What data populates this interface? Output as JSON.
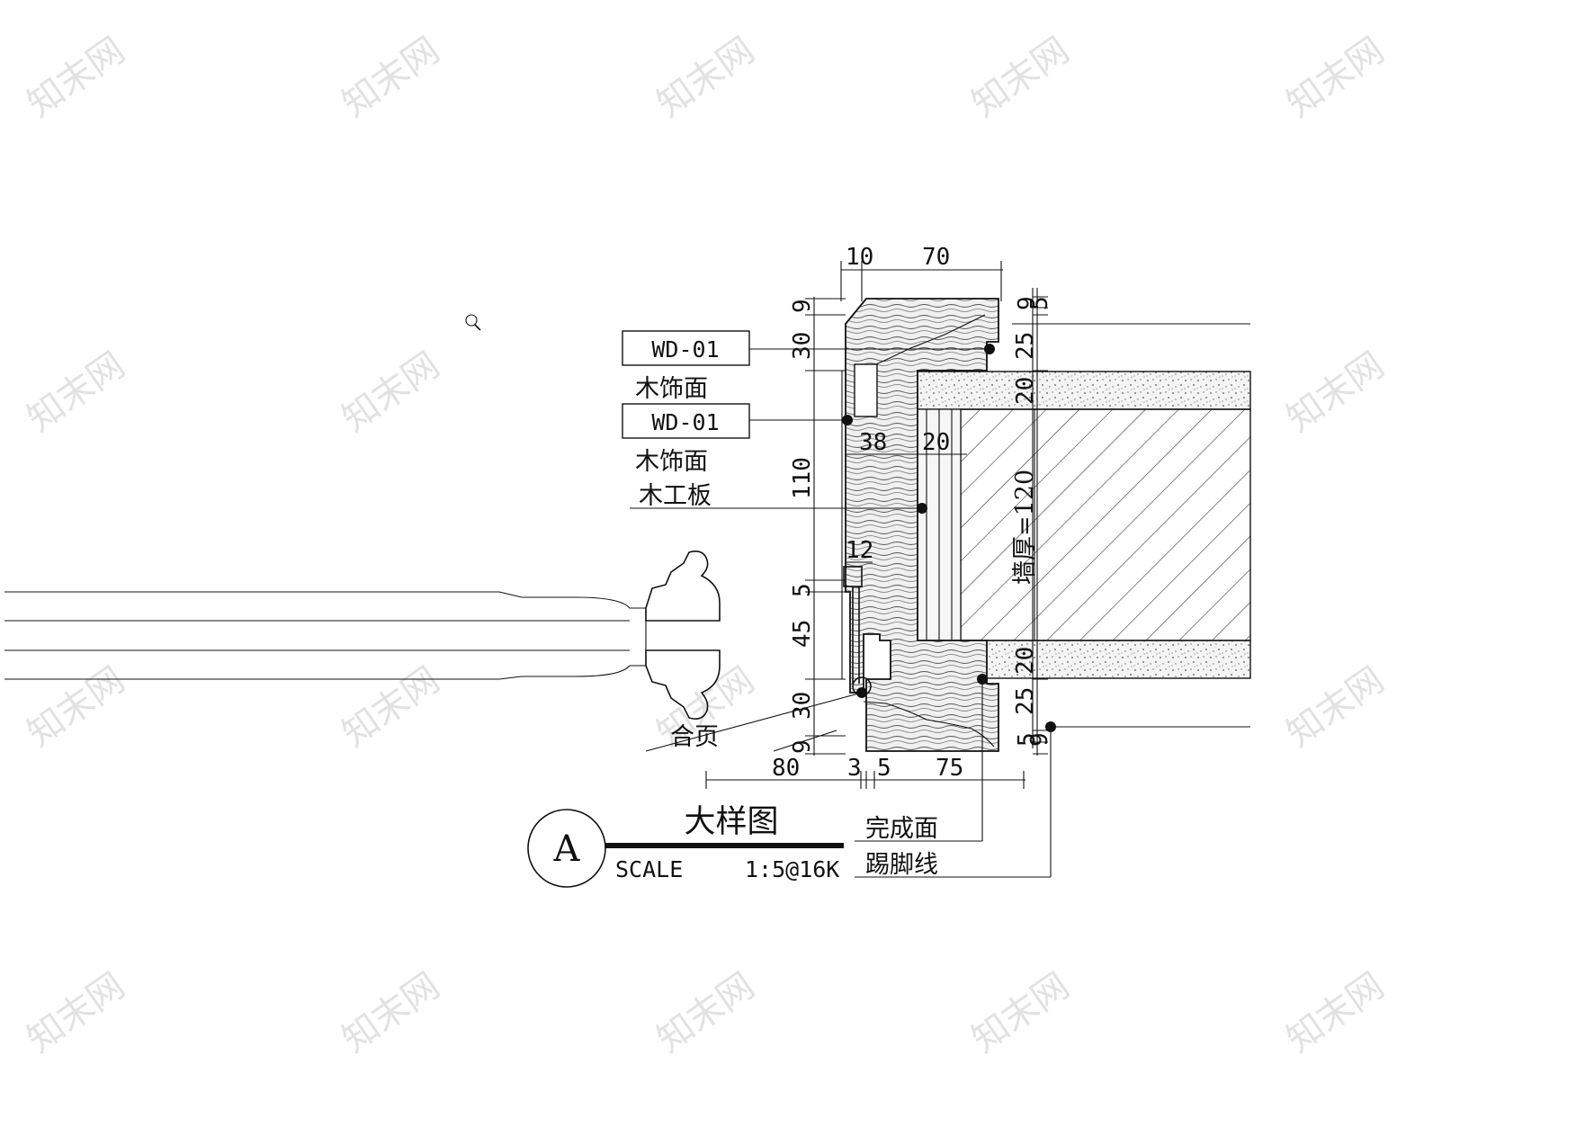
{
  "watermark": "知末网",
  "leaders": {
    "tag1": "WD-01",
    "label1": "木饰面",
    "tag2": "WD-01",
    "label2": "木饰面",
    "label3": "木工板",
    "label4": "合页",
    "label5": "完成面",
    "label6": "踢脚线"
  },
  "dimensions": {
    "top_10": "10",
    "top_70": "70",
    "left_9": "9",
    "left_30": "30",
    "left_110": "110",
    "left_5": "5",
    "left_45": "45",
    "left_30b": "30",
    "left_9b": "9",
    "right_9": "9",
    "right_5": "5",
    "right_25": "25",
    "right_20": "20",
    "right_20b": "20",
    "right_25b": "25",
    "right_5b": "5",
    "right_9b": "9",
    "inner_38": "38",
    "inner_20": "20",
    "inner_12": "12",
    "wall": "墙厚=120",
    "bottom_80": "80",
    "bottom_3": "3",
    "bottom_5": "5",
    "bottom_75": "75"
  },
  "title_block": {
    "circle_label": "A",
    "title": "大样图",
    "scale_label": "SCALE",
    "scale_value": "1:5@16K"
  }
}
